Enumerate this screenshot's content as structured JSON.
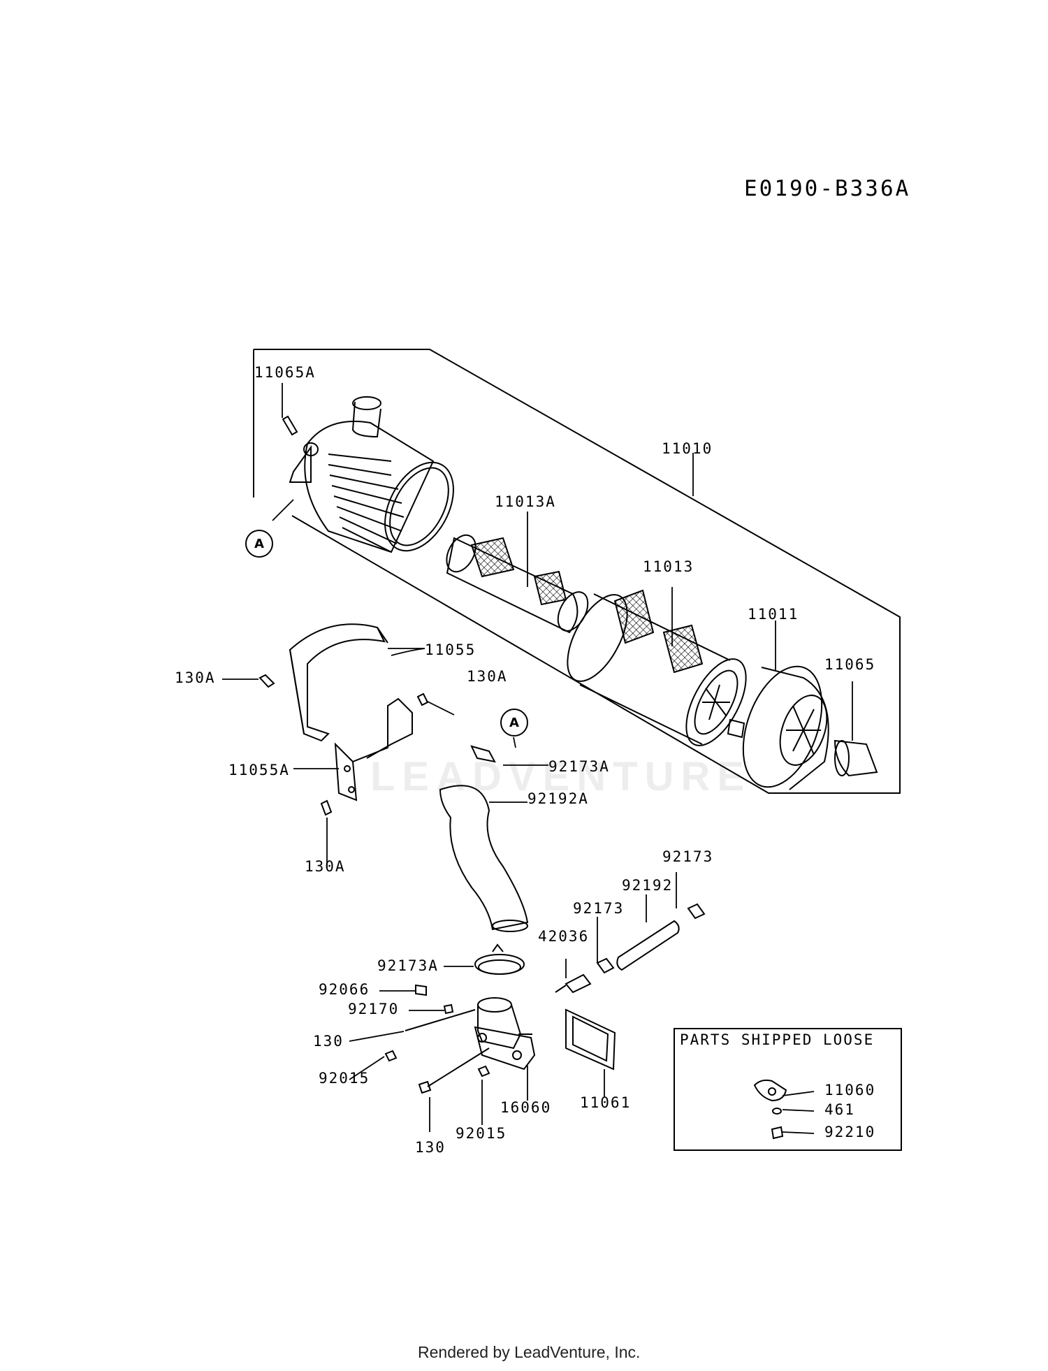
{
  "diagram_code": "E0190-B336A",
  "watermark": "LEADVENTURE",
  "callout_letter": "A",
  "labels": {
    "p11065A": "11065A",
    "p11010": "11010",
    "p11013A": "11013A",
    "p11013": "11013",
    "p11011": "11011",
    "p11065": "11065",
    "p11055": "11055",
    "p130A_a": "130A",
    "p130A_b": "130A",
    "p130A_c": "130A",
    "p11055A": "11055A",
    "p92173A_a": "92173A",
    "p92192A": "92192A",
    "p92173_a": "92173",
    "p92192": "92192",
    "p92173_b": "92173",
    "p42036": "42036",
    "p92173A_b": "92173A",
    "p92066": "92066",
    "p92170": "92170",
    "p130_a": "130",
    "p92015_a": "92015",
    "p130_b": "130",
    "p92015_b": "92015",
    "p16060": "16060",
    "p11061": "11061"
  },
  "loose_parts": {
    "title": "PARTS SHIPPED LOOSE",
    "items": [
      "11060",
      "461",
      "92210"
    ]
  },
  "footer": "Rendered by LeadVenture, Inc."
}
